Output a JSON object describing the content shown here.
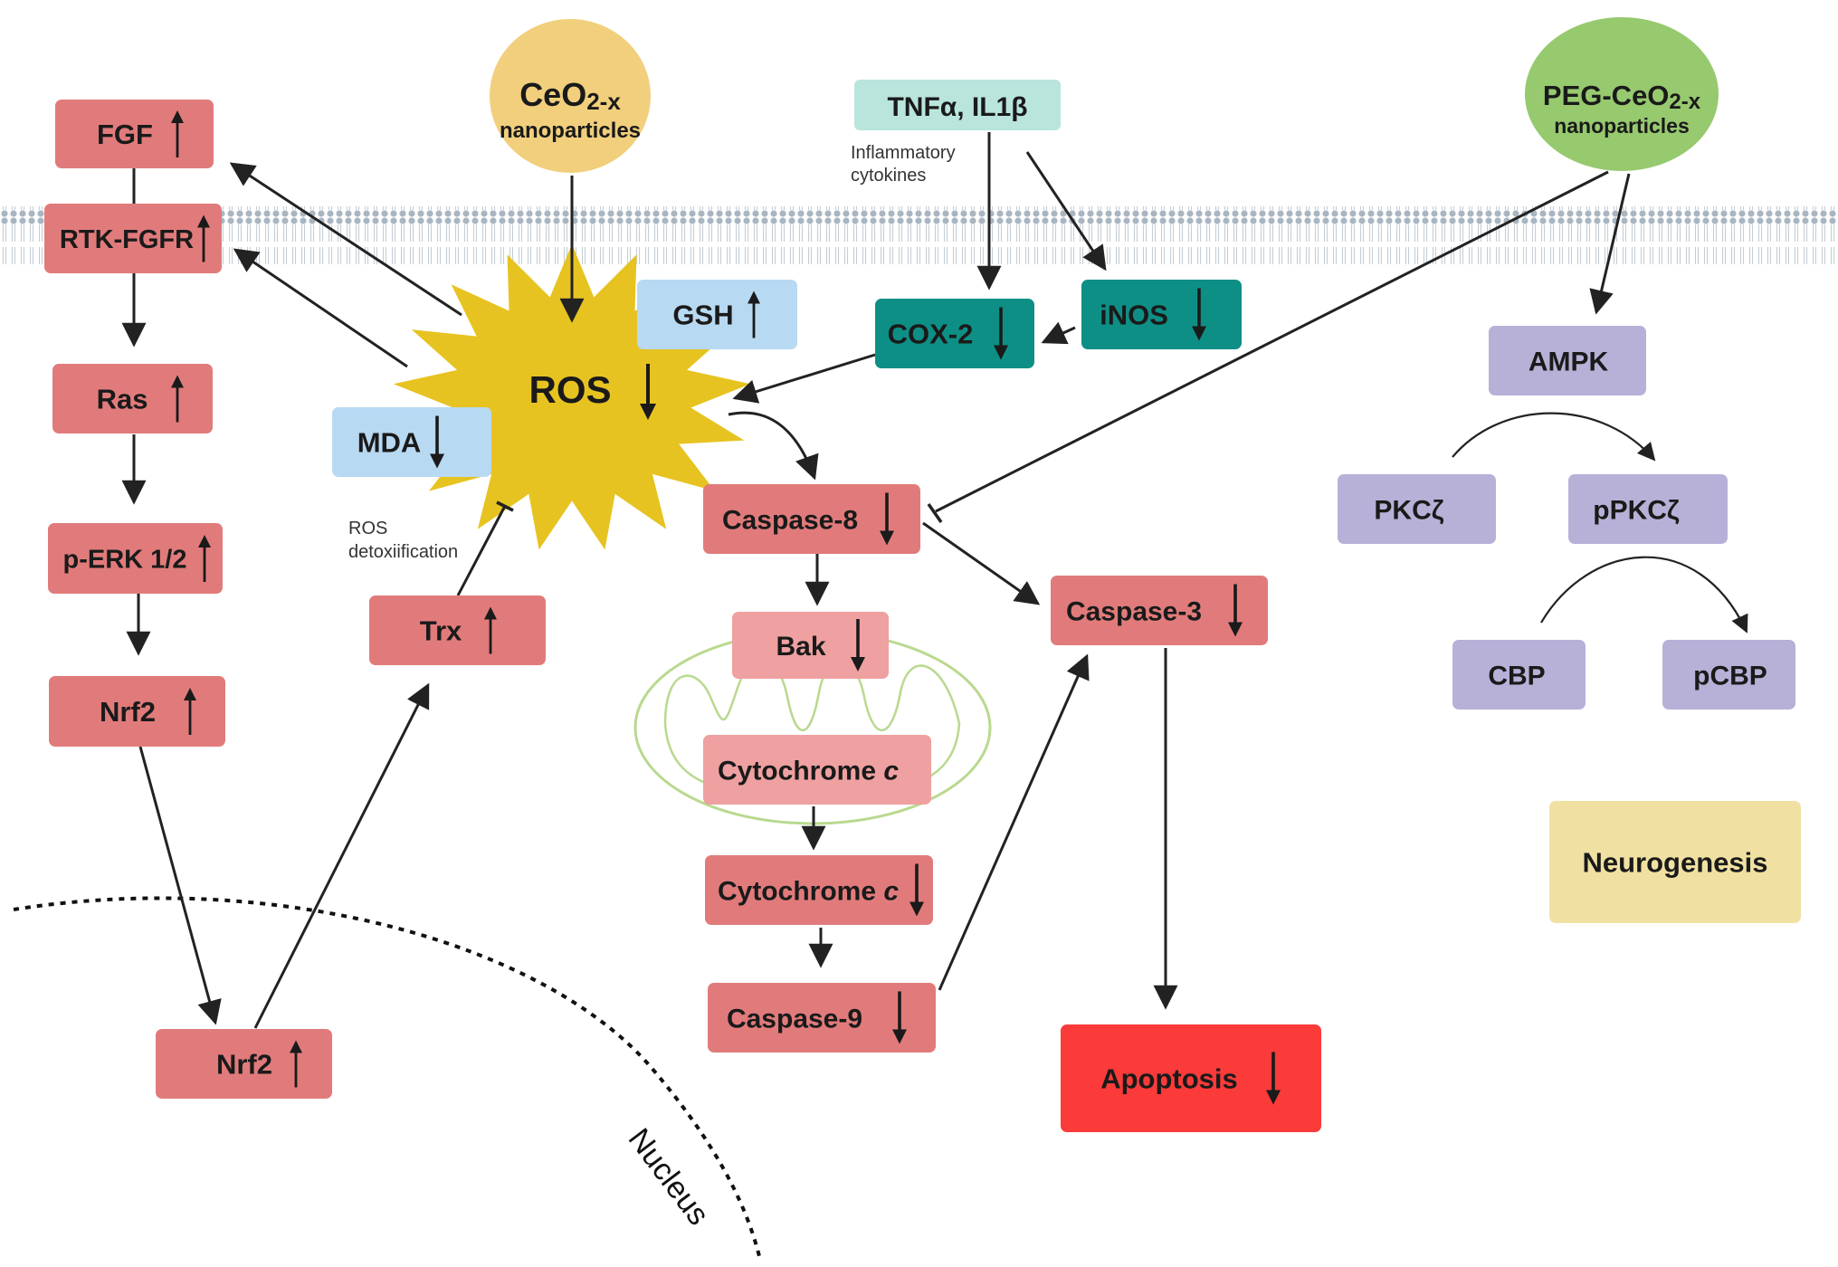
{
  "colors": {
    "red_box": "#e17b7b",
    "pink_box": "#efa0a0",
    "apoptosis": "#fb3a3a",
    "teal_box": "#0e8f86",
    "light_teal": "#b9e5dd",
    "light_blue": "#b8d9f2",
    "purple_box": "#b7b1d8",
    "neuro_box": "#f0e1a3",
    "ros_star": "#e7c321",
    "ceo2_circle": "#f1cf7c",
    "peg_circle": "#97c96f",
    "membrane": "#b6c2cc",
    "mito": "#b9d98f",
    "arrow": "#222222"
  },
  "icons": {
    "up": "up-arrow-icon",
    "down": "down-arrow-icon",
    "inhibit": "inhibition-bar-icon"
  },
  "ceo2": {
    "main": "CeO",
    "sub": "2-x",
    "caption": "nanoparticles"
  },
  "peg": {
    "main": "PEG-CeO",
    "sub": "2-x",
    "caption": "nanoparticles"
  },
  "cytokines": {
    "label": "TNFα,  IL1β",
    "note_line1": "Inflammatory",
    "note_line2": "cytokines"
  },
  "ros": {
    "label": "ROS",
    "detox_line1": "ROS",
    "detox_line2": "detoxiification"
  },
  "nucleus": {
    "label": "Nucleus"
  },
  "neurogenesis": {
    "label": "Neurogenesis"
  },
  "left_pathway": {
    "fgf": "FGF",
    "rtk_fgfr": "RTK-FGFR",
    "ras": "Ras",
    "perk": "p-ERK 1/2",
    "nrf2": "Nrf2",
    "nrf2_nuclear": "Nrf2",
    "trx": "Trx"
  },
  "markers": {
    "gsh": "GSH",
    "mda": "MDA"
  },
  "inflammation": {
    "cox2": "COX-2",
    "inos": "iNOS"
  },
  "apoptosis_path": {
    "caspase8": "Caspase-8",
    "bak": "Bak",
    "cyto_mito": "Cytochrome ",
    "cyto_mito_italic": "c",
    "cyto": "Cytochrome ",
    "cyto_italic": "c",
    "caspase9": "Caspase-9",
    "caspase3": "Caspase-3",
    "apoptosis": "Apoptosis"
  },
  "neuro_path": {
    "ampk": "AMPK",
    "pkcz": "PKCζ",
    "ppkcz": "pPKCζ",
    "cbp": "CBP",
    "pcbp": "pCBP"
  }
}
